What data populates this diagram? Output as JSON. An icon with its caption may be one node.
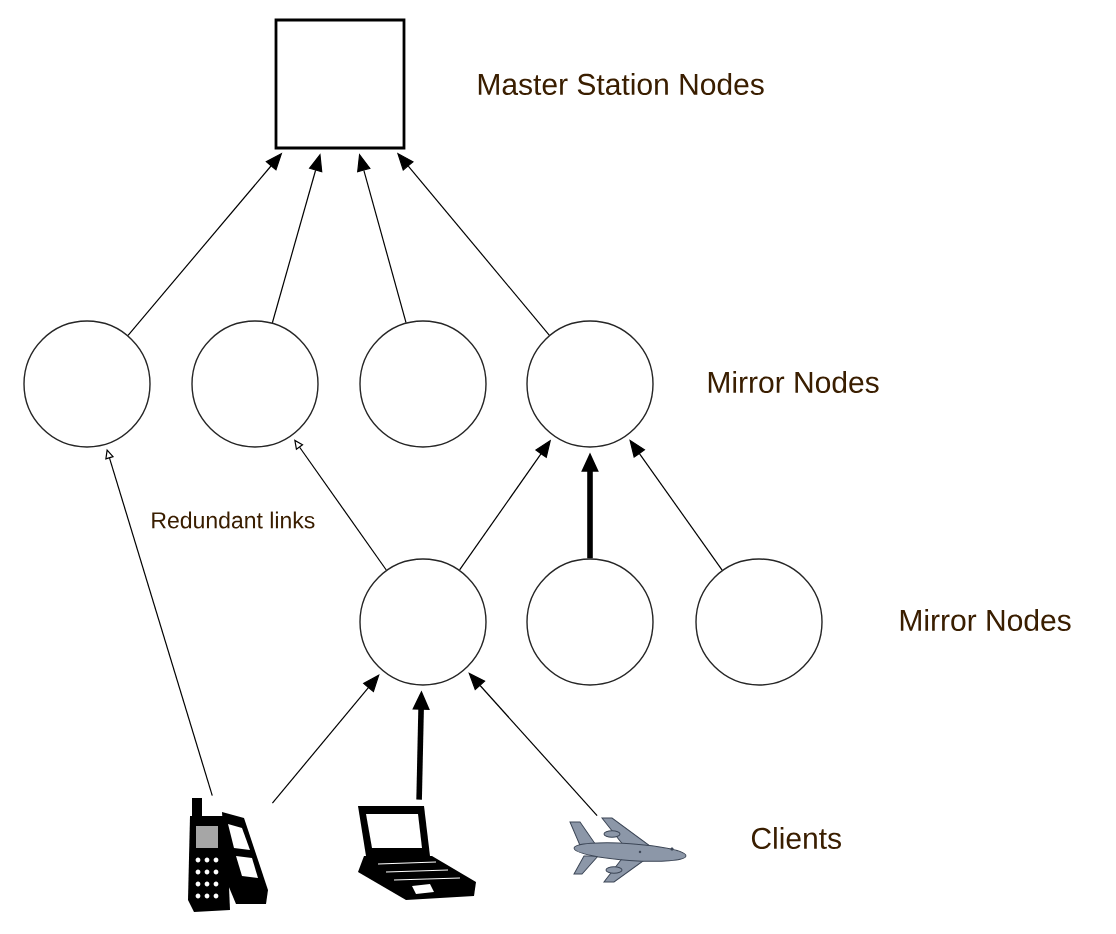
{
  "diagram": {
    "nodes": [
      {
        "text": [],
        "shape": "box"
      },
      {
        "text": [],
        "shape": "circle"
      },
      {
        "text": [],
        "shape": "circle"
      },
      {
        "text": [],
        "shape": "circle"
      },
      {
        "text": [],
        "shape": "circle"
      },
      {
        "text": [],
        "shape": "circle"
      },
      {
        "text": [],
        "shape": "circle"
      },
      {
        "text": [],
        "shape": "circle"
      },
      {
        "text": [],
        "shape": "picture"
      },
      {
        "text": [],
        "shape": "picture"
      },
      {
        "text": [],
        "shape": "picture"
      }
    ],
    "edges": [
      {
        "from": 1,
        "to": 0,
        "arrow": "to"
      },
      {
        "from": 2,
        "to": 0,
        "arrow": "to"
      },
      {
        "from": 3,
        "to": 0,
        "arrow": "to"
      },
      {
        "from": 4,
        "to": 0,
        "arrow": "to"
      },
      {
        "from": 8,
        "to": 1,
        "arrow": "to"
      },
      {
        "from": 5,
        "to": 2,
        "arrow": "to"
      },
      {
        "from": 5,
        "to": 4,
        "arrow": "to"
      },
      {
        "from": 6,
        "to": 4,
        "arrow": "to",
        "style": "thick"
      },
      {
        "from": 7,
        "to": 4,
        "arrow": "to"
      },
      {
        "from": 8,
        "to": 5,
        "arrow": "to"
      },
      {
        "from": 9,
        "to": 5,
        "arrow": "to",
        "style": "thick"
      },
      {
        "from": 10,
        "to": 5,
        "arrow": "to"
      }
    ],
    "labels": [
      "Master Station Nodes",
      "Mirror Nodes",
      "Redundant links",
      "Mirror Nodes",
      "Clients"
    ]
  }
}
